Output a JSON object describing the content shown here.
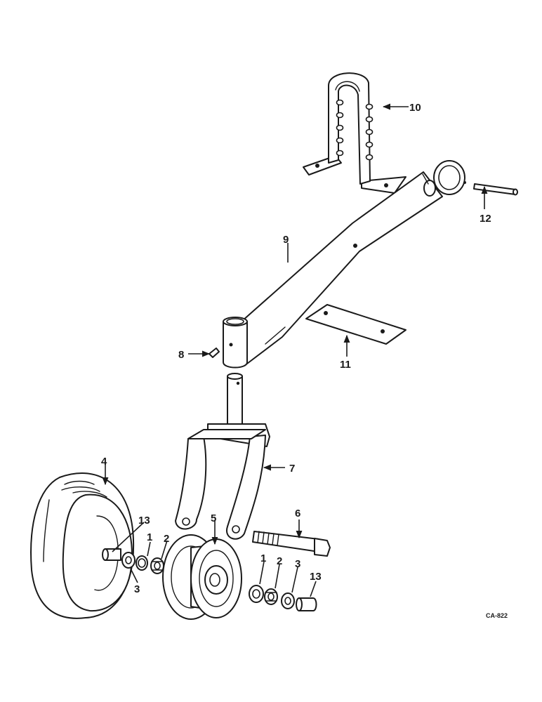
{
  "callouts": {
    "c1a": "1",
    "c2a": "2",
    "c3a": "3",
    "c13a": "13",
    "c4": "4",
    "c5": "5",
    "c6": "6",
    "c7": "7",
    "c8": "8",
    "c9": "9",
    "c10": "10",
    "c11": "11",
    "c12": "12",
    "c1b": "1",
    "c2b": "2",
    "c3b": "3",
    "c13b": "13"
  },
  "figure_code": "CA-822",
  "colors": {
    "ink": "#1a1a1a",
    "paper": "#ffffff"
  }
}
